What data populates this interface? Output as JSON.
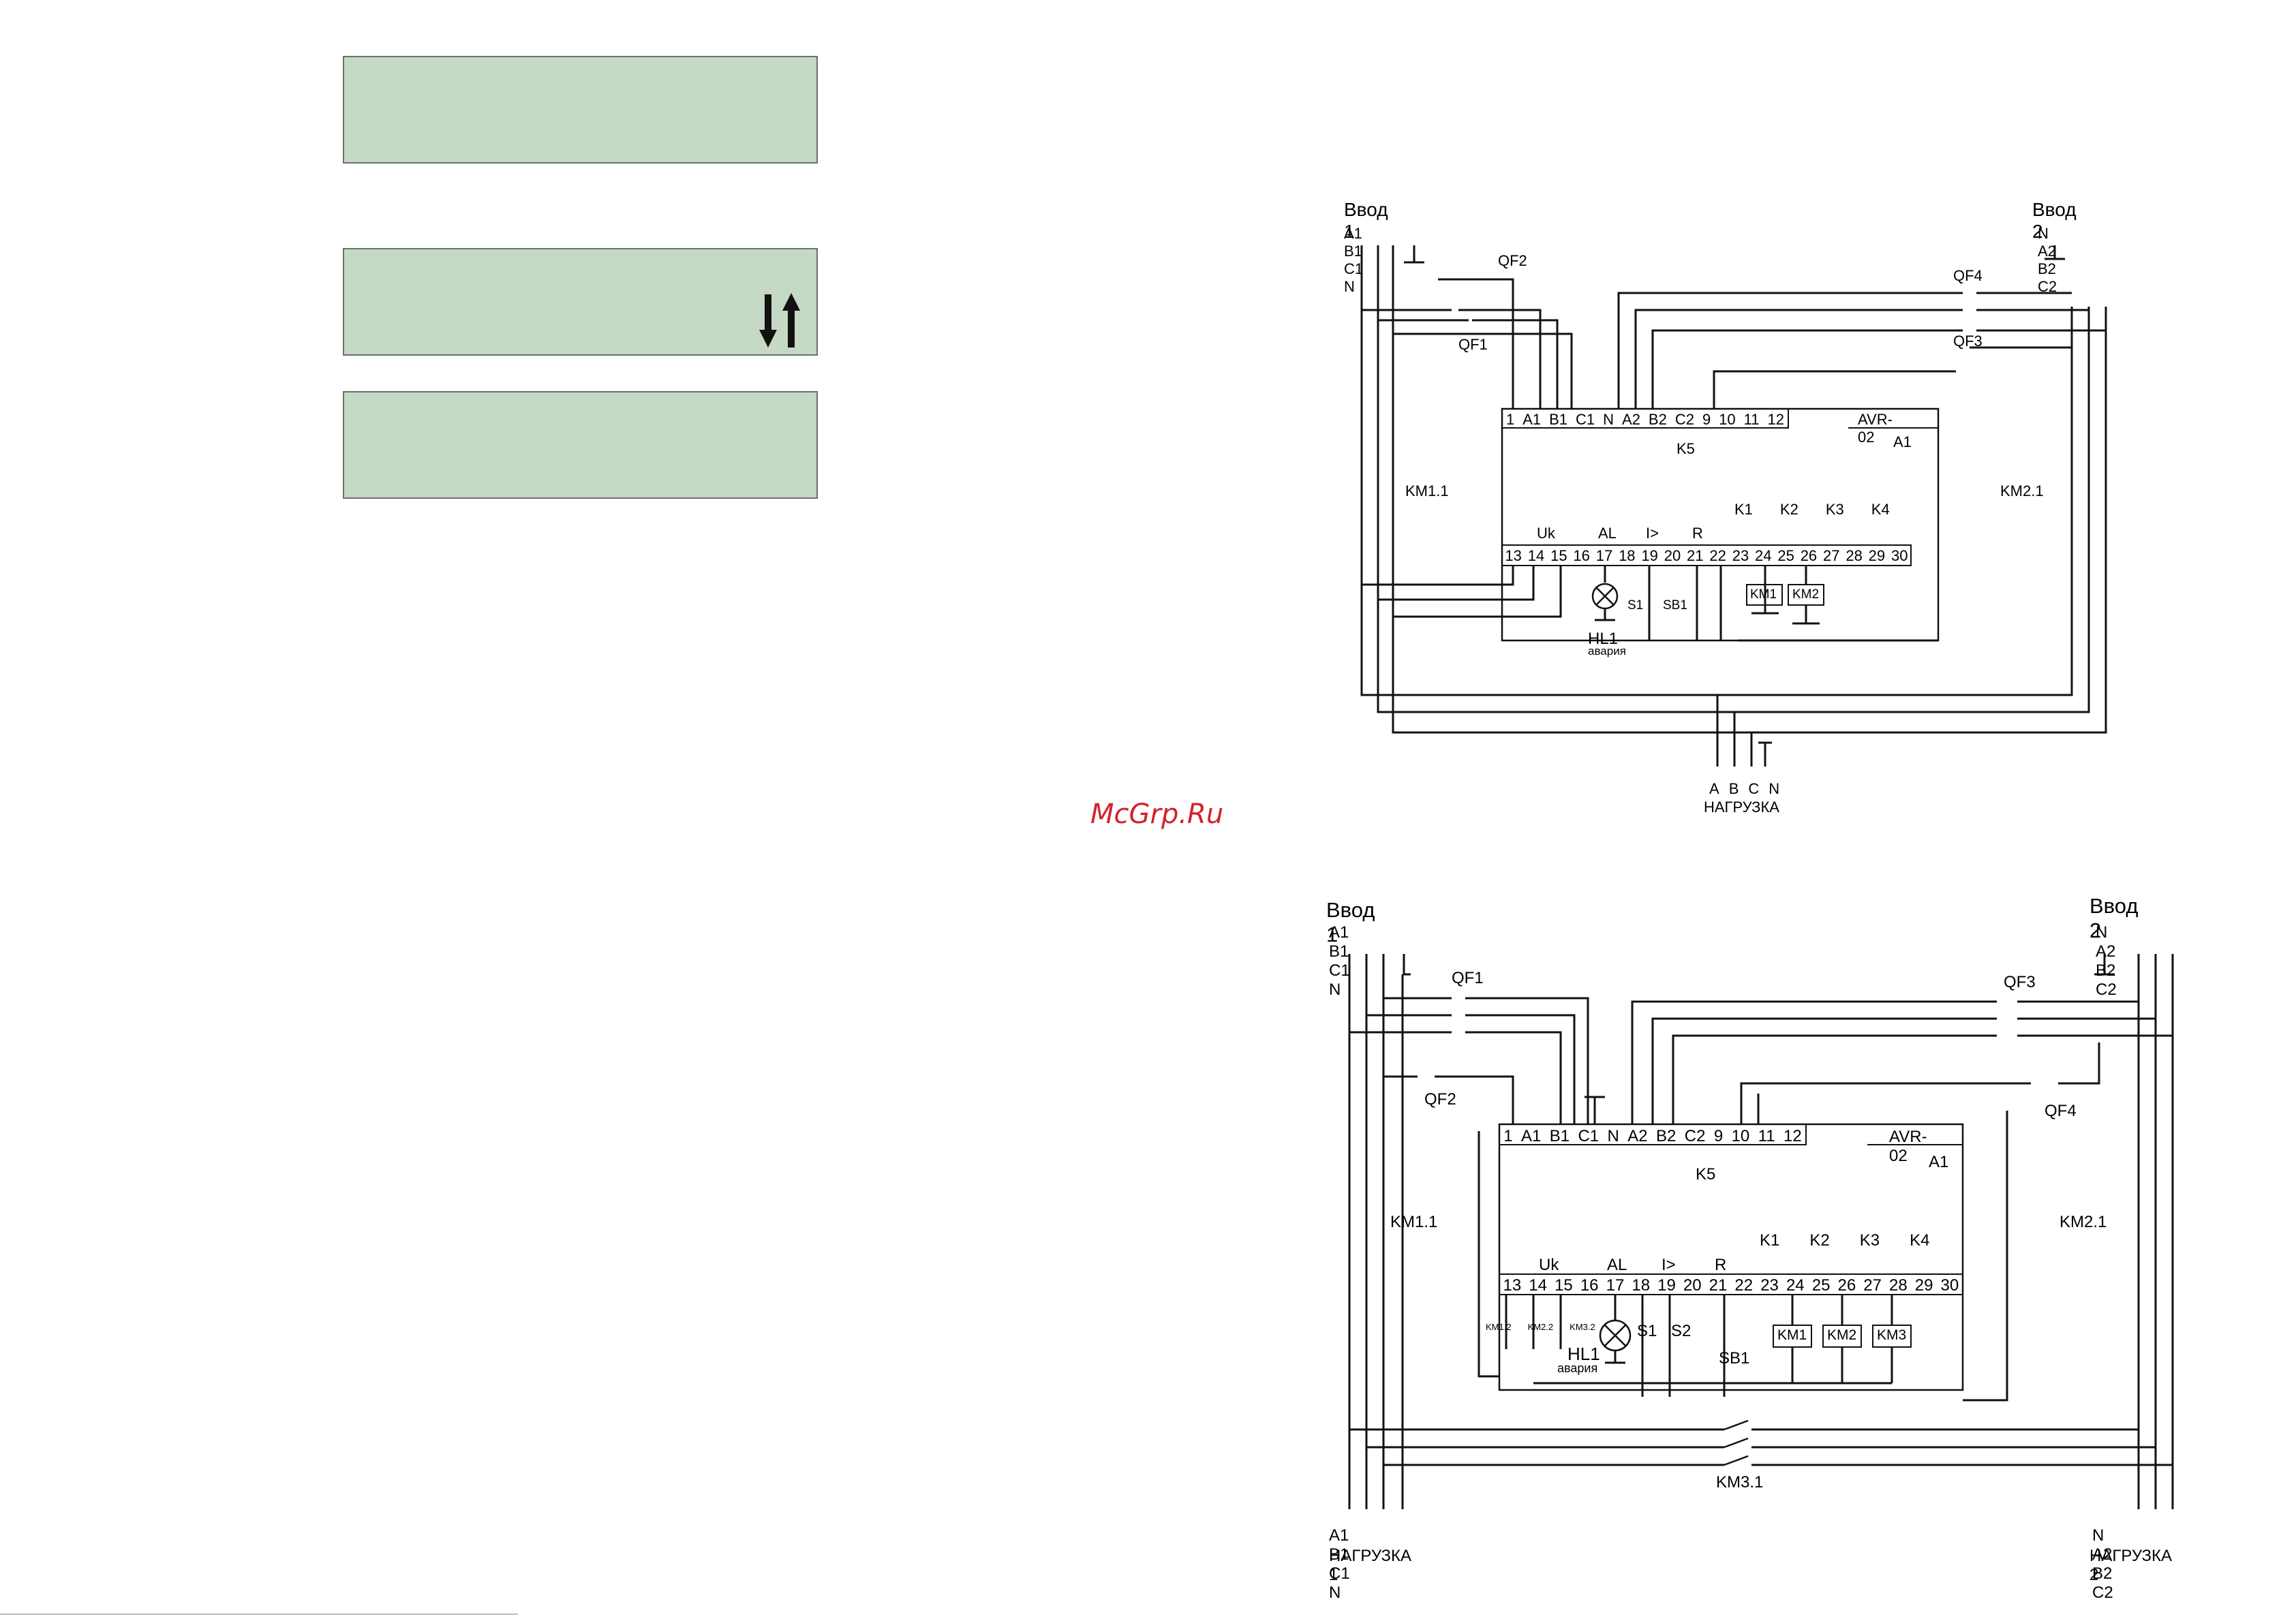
{
  "watermark": "McGrp.Ru",
  "diagram1": {
    "input1": {
      "title": "Ввод 1",
      "terminals": [
        "A1",
        "B1",
        "C1",
        "N"
      ]
    },
    "input2": {
      "title": "Ввод 2",
      "terminals": [
        "N",
        "A2",
        "B2",
        "C2"
      ]
    },
    "breakers": [
      "QF1",
      "QF2",
      "QF3",
      "QF4"
    ],
    "contactors": [
      "KM1.1",
      "KM2.1"
    ],
    "device": {
      "model": "AVR-02",
      "ref": "A1"
    },
    "top_terminals": [
      "1",
      "A1",
      "B1",
      "C1",
      "N",
      "A2",
      "B2",
      "C2",
      "9",
      "10",
      "11",
      "12"
    ],
    "bottom_terminals": [
      "13",
      "14",
      "15",
      "16",
      "17",
      "18",
      "19",
      "20",
      "21",
      "22",
      "23",
      "24",
      "25",
      "26",
      "27",
      "28",
      "29",
      "30"
    ],
    "group_labels": [
      "Uk",
      "AL",
      "I>",
      "R"
    ],
    "relays": [
      "K1",
      "K2",
      "K3",
      "K4",
      "K5"
    ],
    "coils": [
      "KM1",
      "KM2"
    ],
    "components": [
      "S1",
      "SB1",
      "HL1"
    ],
    "lamp_caption": "авария",
    "load": {
      "terminals": [
        "A",
        "B",
        "C",
        "N"
      ],
      "title": "НАГРУЗКА"
    }
  },
  "diagram2": {
    "input1": {
      "title": "Ввод 1",
      "terminals": [
        "A1",
        "B1",
        "C1",
        "N"
      ]
    },
    "input2": {
      "title": "Ввод 2",
      "terminals": [
        "N",
        "A2",
        "B2",
        "C2"
      ]
    },
    "breakers": [
      "QF1",
      "QF2",
      "QF3",
      "QF4"
    ],
    "contactors": [
      "KM1.1",
      "KM2.1",
      "KM3.1"
    ],
    "device": {
      "model": "AVR-02",
      "ref": "A1"
    },
    "top_terminals": [
      "1",
      "A1",
      "B1",
      "C1",
      "N",
      "A2",
      "B2",
      "C2",
      "9",
      "10",
      "11",
      "12"
    ],
    "bottom_terminals": [
      "13",
      "14",
      "15",
      "16",
      "17",
      "18",
      "19",
      "20",
      "21",
      "22",
      "23",
      "24",
      "25",
      "26",
      "27",
      "28",
      "29",
      "30"
    ],
    "group_labels": [
      "Uk",
      "AL",
      "I>",
      "R"
    ],
    "relays": [
      "K1",
      "K2",
      "K3",
      "K4",
      "K5"
    ],
    "coils": [
      "KM1",
      "KM2",
      "KM3"
    ],
    "components": [
      "S1",
      "S2",
      "SB1",
      "HL1"
    ],
    "aux_contacts": [
      "KM1.2",
      "KM2.2",
      "KM3.2"
    ],
    "lamp_caption": "авария",
    "load1": {
      "terminals": [
        "A1",
        "B1",
        "C1",
        "N"
      ],
      "title": "НАГРУЗКА 1"
    },
    "load2": {
      "terminals": [
        "N",
        "A2",
        "B2",
        "C2"
      ],
      "title": "НАГРУЗКА 2"
    }
  }
}
